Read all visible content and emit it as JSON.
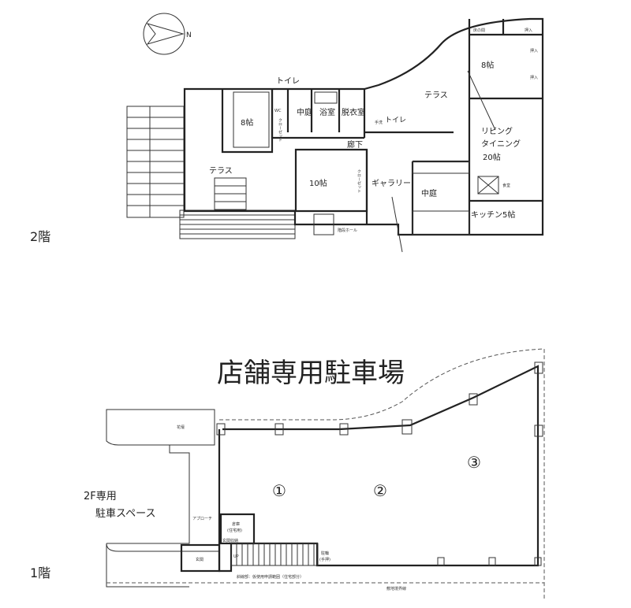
{
  "floor2": {
    "label": "2階",
    "compass": "N",
    "rooms": {
      "toilet_top": "トイレ",
      "courtyard_1": "中庭",
      "bathroom": "浴室",
      "dressing": "脱衣室",
      "toilet_2": "トイレ",
      "terrace_top": "テラス",
      "tatami8_right": "8帖",
      "tatami8_left": "8帖",
      "closet_1": "クローゼット",
      "corridor": "廊下",
      "terrace_left": "テラス",
      "room10": "10帖",
      "closet_2": "クローゼット",
      "gallery": "ギャラリー",
      "courtyard_2": "中庭",
      "living_1": "リビング",
      "living_2": "タイニング",
      "living_3": "20帖",
      "kitchen": "キッチン5帖",
      "stair_hall": "階段ホール",
      "wc": "WC",
      "washbasin": "手洗",
      "dining": "食堂",
      "oshiire_1": "押入",
      "oshiire_2": "押入",
      "oshiire_3": "押入",
      "tokonoma": "床の間"
    }
  },
  "floor1": {
    "label": "1階",
    "title": "店舗専用駐車場",
    "parking_2f_1": "2F専用",
    "parking_2f_2": "駐車スペース",
    "spaces": [
      "①",
      "②",
      "③"
    ],
    "rooms": {
      "flowerbed": "花壇",
      "approach": "アプローチ",
      "storage_1": "倉庫",
      "storage_2": "(住宅用)",
      "entrance": "玄関",
      "shoe_storage": "玄関収納",
      "bicycle_1": "駐輪",
      "bicycle_2": "(手押)",
      "up": "UP",
      "hatched_note": "斜線部：仮使用申請範囲（住宅部分）",
      "boundary": "敷地境界線"
    }
  }
}
